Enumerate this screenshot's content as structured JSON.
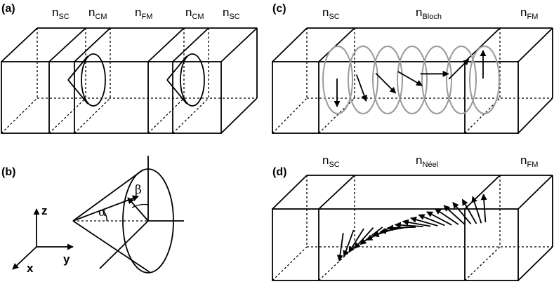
{
  "panels": {
    "a": {
      "tag": "(a)",
      "layers": [
        {
          "main": "n",
          "sub": "SC"
        },
        {
          "main": "n",
          "sub": "CM"
        },
        {
          "main": "n",
          "sub": "FM"
        },
        {
          "main": "n",
          "sub": "CM"
        },
        {
          "main": "n",
          "sub": "SC"
        }
      ]
    },
    "b": {
      "tag": "(b)",
      "angle_alpha": "α",
      "angle_beta": "β",
      "axis_z": "z",
      "axis_x": "x",
      "axis_y": "y"
    },
    "c": {
      "tag": "(c)",
      "layers": [
        {
          "main": "n",
          "sub": "SC"
        },
        {
          "main": "n",
          "sub": "Bloch"
        },
        {
          "main": "n",
          "sub": "FM"
        }
      ],
      "spin_angles_deg": [
        180,
        160,
        135,
        120,
        90,
        45,
        0
      ]
    },
    "d": {
      "tag": "(d)",
      "layers": [
        {
          "main": "n",
          "sub": "SC"
        },
        {
          "main": "n",
          "sub": "Néel"
        },
        {
          "main": "n",
          "sub": "FM"
        }
      ],
      "spin_angles_deg": [
        188,
        200,
        212,
        222,
        232,
        242,
        252,
        260,
        268,
        274,
        280,
        286,
        292,
        298,
        304,
        312,
        320,
        330,
        342,
        356
      ]
    }
  }
}
